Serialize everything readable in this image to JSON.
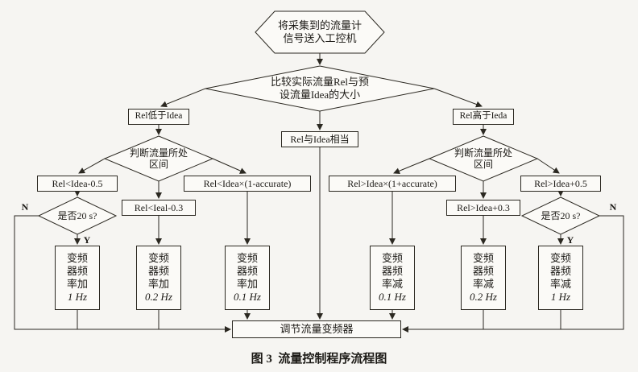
{
  "caption": "图 3  流量控制程序流程图",
  "flowchart": {
    "start": "将采集到的流量计\n信号送入工控机",
    "compare": "比较实际流量Rel与预\n设流量Idea的大小",
    "branches": {
      "low": "Rel低于Idea",
      "equal": "Rel与Idea相当",
      "high": "Rel高于Ieda"
    },
    "judge": "判断流量所处\n区间",
    "timer": "是否20 s?",
    "conditions": {
      "l1": "Rel<Idea-0.5",
      "l2": "Rel<Ieal-0.3",
      "l3": "Rel<Idea×(1-accurate)",
      "r1": "Rel>Idea×(1+accurate)",
      "r2": "Rel>Idea+0.3",
      "r3": "Rel>Idea+0.5"
    },
    "actions": [
      {
        "label": "变频\n器频\n率加",
        "value": "1 Hz"
      },
      {
        "label": "变频\n器频\n率加",
        "value": "0.2 Hz"
      },
      {
        "label": "变频\n器频\n率加",
        "value": "0.1 Hz"
      },
      {
        "label": "变频\n器频\n率减",
        "value": "0.1 Hz"
      },
      {
        "label": "变频\n器频\n率减",
        "value": "0.2 Hz"
      },
      {
        "label": "变频\n器频\n率减",
        "value": "1 Hz"
      }
    ],
    "adjust": "调节流量变频器",
    "yes_label": "Y",
    "no_label": "N"
  }
}
